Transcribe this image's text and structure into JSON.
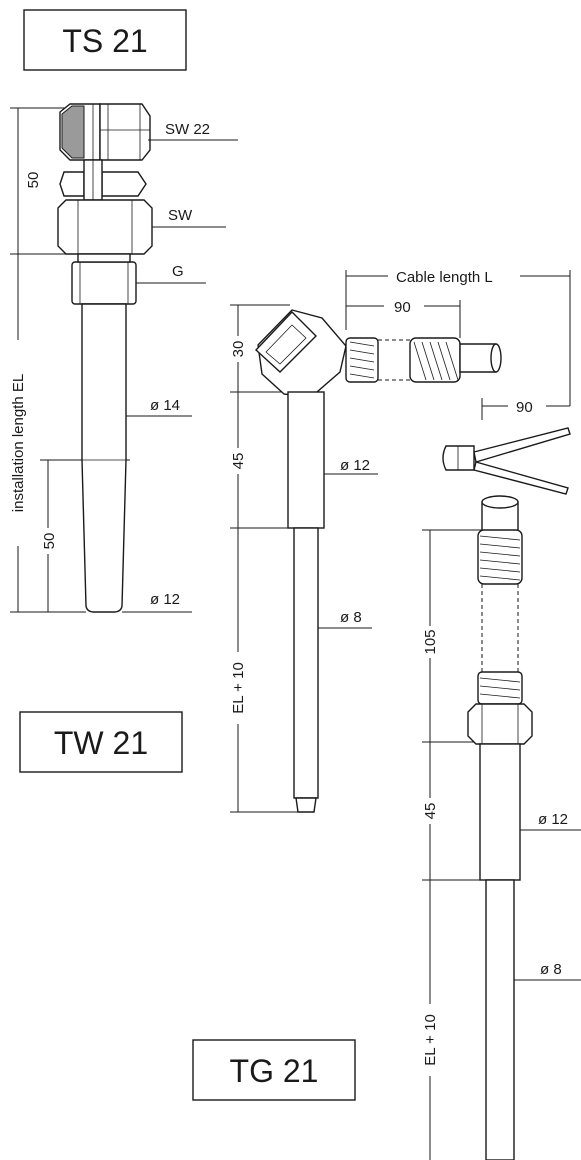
{
  "titles": {
    "ts": "TS 21",
    "tw": "TW 21",
    "tg": "TG 21"
  },
  "ts21": {
    "dim_top": "50",
    "dim_install": "installation length EL",
    "dim_tip": "50",
    "sw22": "SW 22",
    "sw": "SW",
    "g": "G",
    "d14": "ø 14",
    "d12": "ø 12"
  },
  "tw21": {
    "dim_head": "30",
    "dim_mid": "45",
    "dim_el": "EL + 10",
    "d12": "ø 12",
    "d8": "ø 8",
    "cable_length": "Cable length L",
    "dim_90_top": "90",
    "dim_90_right": "90"
  },
  "tg21": {
    "dim_105": "105",
    "dim_45": "45",
    "dim_el": "EL + 10",
    "d12": "ø 12",
    "d8": "ø 8"
  }
}
